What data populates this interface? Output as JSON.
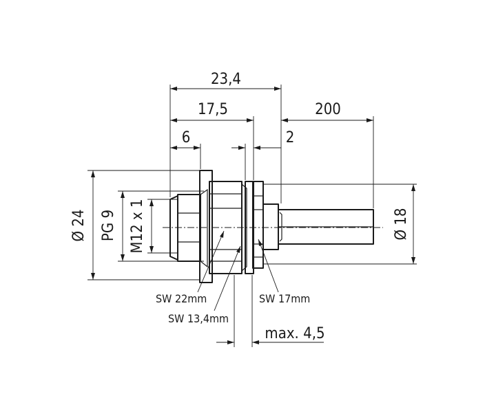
{
  "dimensions": {
    "overall_length": "23,4",
    "body_length": "17,5",
    "front_length": "6",
    "flange_thickness": "2",
    "cable_length": "200",
    "diameter_outer": "Ø 24",
    "thread_pg": "PG 9",
    "thread_metric": "M12 x 1",
    "diameter_rear": "Ø 18",
    "panel_thickness": "max. 4,5"
  },
  "labels": {
    "wrench_front": "SW 22mm",
    "wrench_center": "SW 13,4mm",
    "wrench_rear": "SW 17mm"
  }
}
